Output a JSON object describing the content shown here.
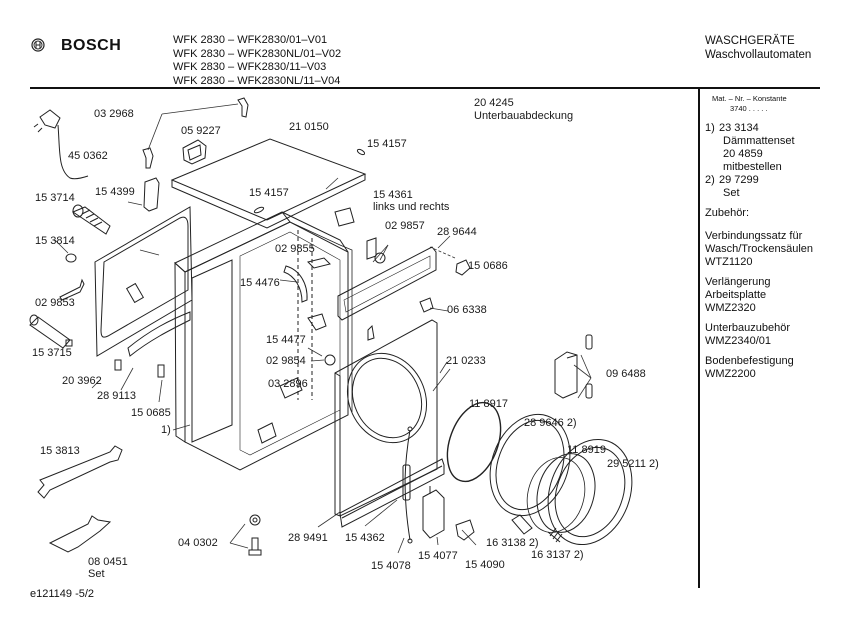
{
  "header": {
    "brand": "BOSCH",
    "logo_icon": "bosch-armature-icon",
    "models": [
      "WFK 2830 – WFK2830/01–V01",
      "WFK 2830 – WFK2830NL/01–V02",
      "WFK 2830 – WFK2830/11–V03",
      "WFK 2830 – WFK2830NL/11–V04"
    ],
    "category": "WASCHGERÄTE",
    "subcategory": "Waschvollautomaten"
  },
  "sidebar": {
    "mat_header": "Mat. – Nr. – Konstante",
    "mat_value": "3740  .  .  .  .  .",
    "notes": [
      {
        "marker": "1)",
        "lines": [
          "23 3134",
          "Dämmattenset",
          "20 4859",
          "mitbestellen"
        ]
      },
      {
        "marker": "2)",
        "lines": [
          "29 7299",
          "Set"
        ]
      }
    ],
    "accessories_title": "Zubehör:",
    "accessories": [
      {
        "lines": [
          "Verbindungssatz für",
          "Wasch/Trockensäulen",
          "WTZ1120"
        ]
      },
      {
        "lines": [
          "Verlängerung",
          "Arbeitsplatte",
          "WMZ2320"
        ]
      },
      {
        "lines": [
          "Unterbauzubehör",
          "WMZ2340/01"
        ]
      },
      {
        "lines": [
          "Bodenbefestigung",
          "WMZ2200"
        ]
      }
    ]
  },
  "parts": [
    {
      "id": "part-032968",
      "label": "03 2968"
    },
    {
      "id": "part-450362",
      "label": "45 0362"
    },
    {
      "id": "part-059227",
      "label": "05 9227"
    },
    {
      "id": "part-210150",
      "label": "21 0150"
    },
    {
      "id": "part-204245",
      "label": "20 4245",
      "note": "Unterbauabdeckung"
    },
    {
      "id": "part-154157a",
      "label": "15 4157"
    },
    {
      "id": "part-154157b",
      "label": "15 4157"
    },
    {
      "id": "part-153714",
      "label": "15 3714"
    },
    {
      "id": "part-154399",
      "label": "15 4399"
    },
    {
      "id": "part-154361",
      "label": "15 4361",
      "note": "links und rechts"
    },
    {
      "id": "part-153814",
      "label": "15 3814"
    },
    {
      "id": "part-029857",
      "label": "02 9857"
    },
    {
      "id": "part-289644",
      "label": "28 9644"
    },
    {
      "id": "part-029855",
      "label": "02 9855"
    },
    {
      "id": "part-150686",
      "label": "15 0686"
    },
    {
      "id": "part-154476",
      "label": "15 4476"
    },
    {
      "id": "part-029853",
      "label": "02 9853"
    },
    {
      "id": "part-066338",
      "label": "06 6338"
    },
    {
      "id": "part-153715",
      "label": "15 3715"
    },
    {
      "id": "part-154477",
      "label": "15 4477"
    },
    {
      "id": "part-203962",
      "label": "20 3962"
    },
    {
      "id": "part-029854",
      "label": "02 9854"
    },
    {
      "id": "part-210233",
      "label": "21 0233"
    },
    {
      "id": "part-289113",
      "label": "28 9113"
    },
    {
      "id": "part-032896",
      "label": "03 2896"
    },
    {
      "id": "part-096488",
      "label": "09 6488"
    },
    {
      "id": "part-150685",
      "label": "15 0685"
    },
    {
      "id": "part-note1",
      "label": "1)"
    },
    {
      "id": "part-118917",
      "label": "11 8917"
    },
    {
      "id": "part-289646",
      "label": "28 9646 2)"
    },
    {
      "id": "part-118919",
      "label": "11 8919"
    },
    {
      "id": "part-295211",
      "label": "29 5211 2)"
    },
    {
      "id": "part-153813",
      "label": "15 3813"
    },
    {
      "id": "part-040302",
      "label": "04 0302"
    },
    {
      "id": "part-289491",
      "label": "28 9491"
    },
    {
      "id": "part-154362",
      "label": "15 4362"
    },
    {
      "id": "part-163138",
      "label": "16 3138 2)"
    },
    {
      "id": "part-163137",
      "label": "16 3137 2)"
    },
    {
      "id": "part-154077",
      "label": "15 4077"
    },
    {
      "id": "part-154090",
      "label": "15 4090"
    },
    {
      "id": "part-154078",
      "label": "15 4078"
    },
    {
      "id": "part-080451",
      "label": "08 0451",
      "note": "Set"
    }
  ],
  "footer": {
    "drawing_id": "e121149 -5/2"
  }
}
